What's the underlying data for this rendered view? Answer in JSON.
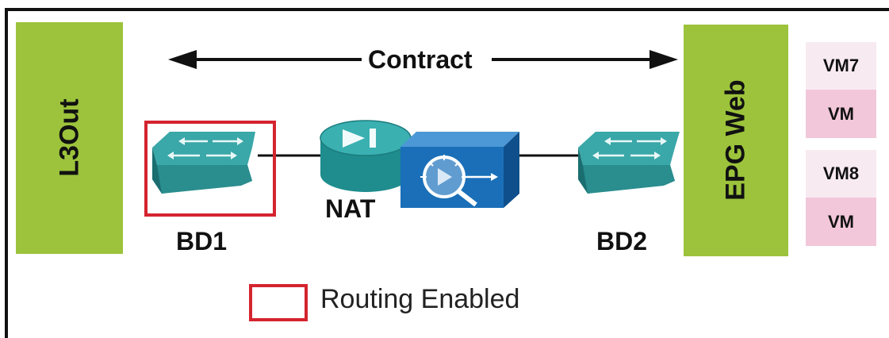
{
  "contract_label": "Contract",
  "l3out_label": "L3Out",
  "epg_label": "EPG Web",
  "bd1_label": "BD1",
  "bd2_label": "BD2",
  "nat_label": "NAT",
  "vm_groups": [
    {
      "name": "VM7",
      "type": "VM"
    },
    {
      "name": "VM8",
      "type": "VM"
    }
  ],
  "legend": {
    "text": "Routing Enabled"
  },
  "colors": {
    "green": "#9cc33b",
    "router_teal": "#2f9d9e",
    "firewall_blue": "#1a6fb8",
    "highlight_red": "#d4242f",
    "vm_light": "#f8eaf1",
    "vm_pink": "#f2c7d9"
  },
  "icons": [
    "bd1-switch-icon",
    "nat-router-icon",
    "firewall-icon",
    "bd2-switch-icon"
  ]
}
